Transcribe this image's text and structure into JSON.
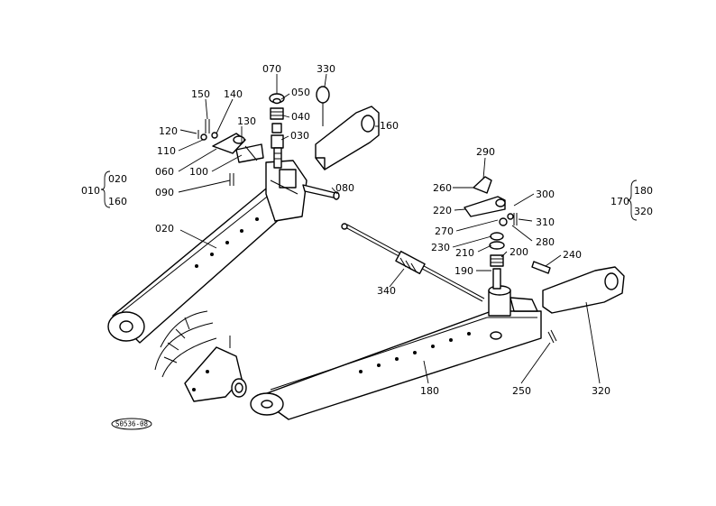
{
  "labels": {
    "p070": "070",
    "p330": "330",
    "p150": "150",
    "p140": "140",
    "p050": "050",
    "p040": "040",
    "p130": "130",
    "p160a": "160",
    "p120": "120",
    "p030": "030",
    "p110": "110",
    "p060": "060",
    "p100": "100",
    "p010": "010",
    "p020a": "020",
    "p160b": "160",
    "p090": "090",
    "p080": "080",
    "p020b": "020",
    "p290": "290",
    "p260": "260",
    "p300": "300",
    "p220": "220",
    "p170": "170",
    "p180a": "180",
    "p320a": "320",
    "p310": "310",
    "p270": "270",
    "p280": "280",
    "p230": "230",
    "p210": "210",
    "p200": "200",
    "p240": "240",
    "p190": "190",
    "p340": "340",
    "p180b": "180",
    "p250": "250",
    "p320b": "320"
  },
  "stamp": "S0536-08"
}
